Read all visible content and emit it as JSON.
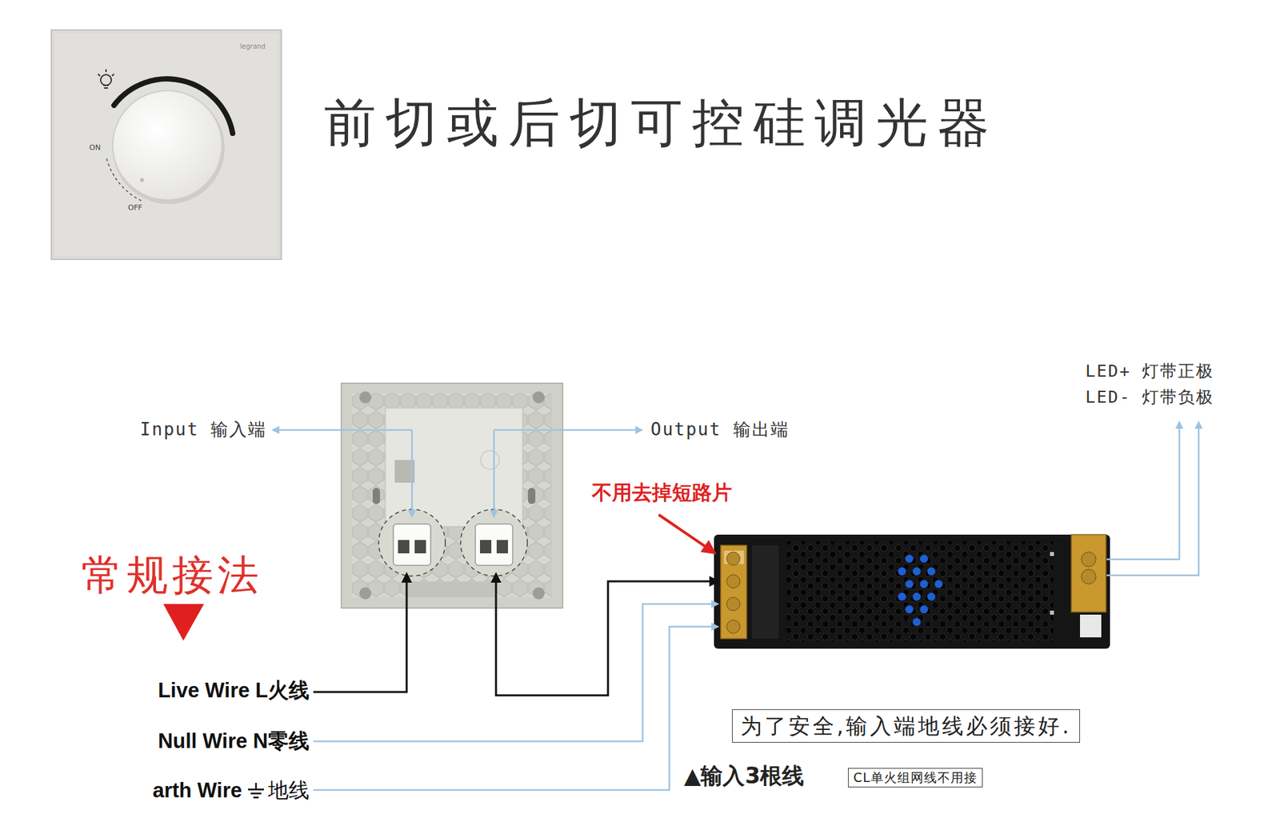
{
  "diagram": {
    "title": "前切或后切可控硅调光器",
    "nodes": [
      {
        "text": [
          "为了安全,输入端地线必须接好."
        ]
      },
      {
        "text": [
          "CL单火组网线不用接"
        ]
      }
    ],
    "labels": [
      "legrand",
      "ON",
      "OFF",
      "Input 输入端",
      "Output 输出端",
      "不用去掉短路片",
      "常规接法",
      "LED+ 灯带正极",
      "LED- 灯带负极",
      "Live Wire L火线",
      "Null Wire N零线",
      "arth Wire",
      "地线",
      "▲输入3根线"
    ]
  }
}
